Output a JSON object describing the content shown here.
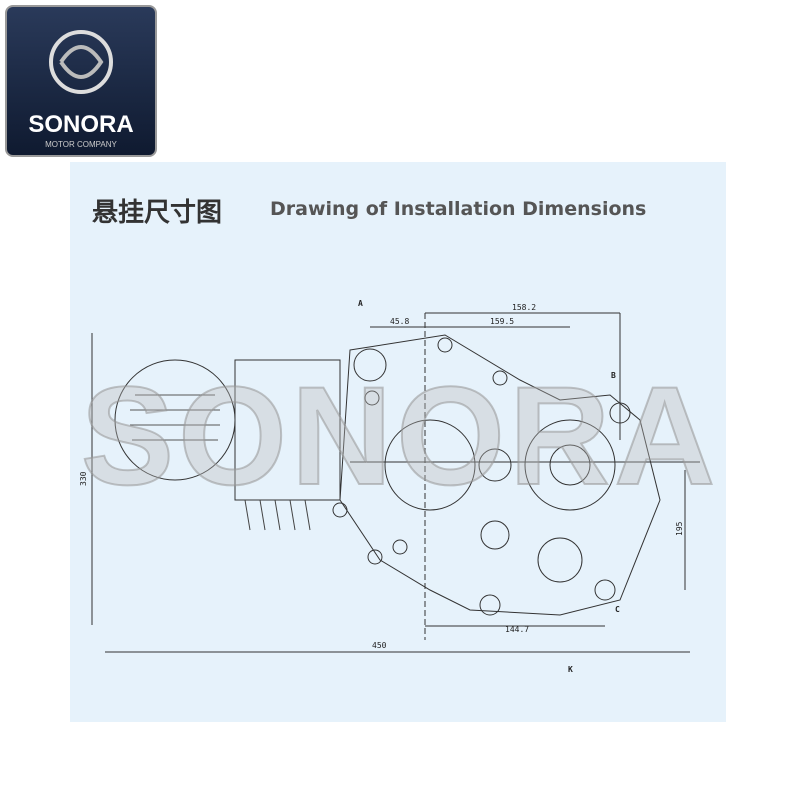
{
  "logo": {
    "name": "SONORA",
    "tagline": "MOTOR COMPANY"
  },
  "title": {
    "chinese": "悬挂尺寸图",
    "english": "Drawing of Installation Dimensions"
  },
  "watermark": "SONORA",
  "dimensions": {
    "d1": "45.8",
    "d2": "159.5",
    "d3": "158.2",
    "d4": "144.7",
    "d5": "450",
    "d6": "330",
    "d7": "195"
  },
  "section_labels": {
    "a": "A",
    "b": "B",
    "c": "C",
    "k": "K"
  }
}
